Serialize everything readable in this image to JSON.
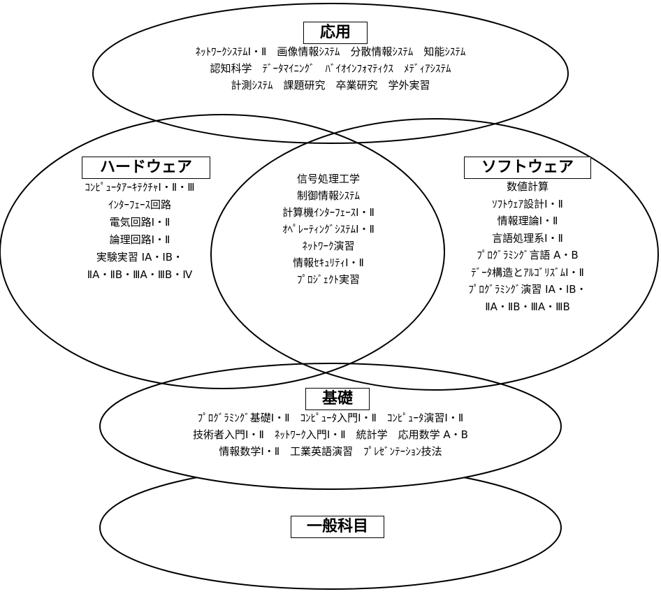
{
  "sections": {
    "applied": {
      "title": "応用",
      "lines": [
        "ﾈｯﾄﾜｰｸｼｽﾃﾑⅠ・Ⅱ　画像情報ｼｽﾃﾑ　分散情報ｼｽﾃﾑ　知能ｼｽﾃﾑ",
        "認知科学　ﾃﾞｰﾀﾏｲﾆﾝｸﾞ　ﾊﾞｲｵｲﾝﾌｫﾏﾃｨｸｽ　ﾒﾃﾞｨｱｼｽﾃﾑ",
        "計測ｼｽﾃﾑ　課題研究　卒業研究　学外実習"
      ]
    },
    "hardware": {
      "title": "ハードウェア",
      "lines": [
        "ｺﾝﾋﾟｭｰﾀｱｰｷﾃｸﾁｬⅠ・Ⅱ・Ⅲ",
        "ｲﾝﾀｰﾌｪｰｽ回路",
        "電気回路Ⅰ・Ⅱ",
        "論理回路Ⅰ・Ⅱ",
        "実験実習 ⅠA・ⅠB・",
        "ⅡA・ⅡB・ⅢA・ⅢB・Ⅳ"
      ]
    },
    "software": {
      "title": "ソフトウェア",
      "lines": [
        "数値計算",
        "ｿﾌﾄｳｪｱ設計Ⅰ・Ⅱ",
        "情報理論Ⅰ・Ⅱ",
        "言語処理系Ⅰ・Ⅱ",
        "ﾌﾟﾛｸﾞﾗﾐﾝｸﾞ言語 A・B",
        "ﾃﾞｰﾀ構造とｱﾙｺﾞﾘｽﾞﾑⅠ・Ⅱ",
        "ﾌﾟﾛｸﾞﾗﾐﾝｸﾞ演習 ⅠA・ⅠB・",
        "ⅡA・ⅡB・ⅢA・ⅢB"
      ]
    },
    "overlap": {
      "lines": [
        "信号処理工学",
        "制御情報ｼｽﾃﾑ",
        "計算機ｲﾝﾀｰﾌｪｰｽⅠ・Ⅱ",
        "ｵﾍﾟﾚｰﾃｨﾝｸﾞｼｽﾃﾑⅠ・Ⅱ",
        "ﾈｯﾄﾜｰｸ演習",
        "情報ｾｷｭﾘﾃｨⅠ・Ⅱ",
        "ﾌﾟﾛｼﾞｪｸﾄ実習"
      ]
    },
    "foundation": {
      "title": "基礎",
      "lines": [
        "ﾌﾟﾛｸﾞﾗﾐﾝｸﾞ基礎Ⅰ・Ⅱ　ｺﾝﾋﾟｭｰﾀ入門Ⅰ・Ⅱ　ｺﾝﾋﾟｭｰﾀ演習Ⅰ・Ⅱ",
        "技術者入門Ⅰ・Ⅱ　ﾈｯﾄﾜｰｸ入門Ⅰ・Ⅱ　統計学　応用数学 A・B",
        "情報数学Ⅰ・Ⅱ　工業英語演習　ﾌﾟﾚｾﾞﾝﾃｰｼｮﾝ技法"
      ]
    },
    "general": {
      "title": "一般科目"
    }
  }
}
